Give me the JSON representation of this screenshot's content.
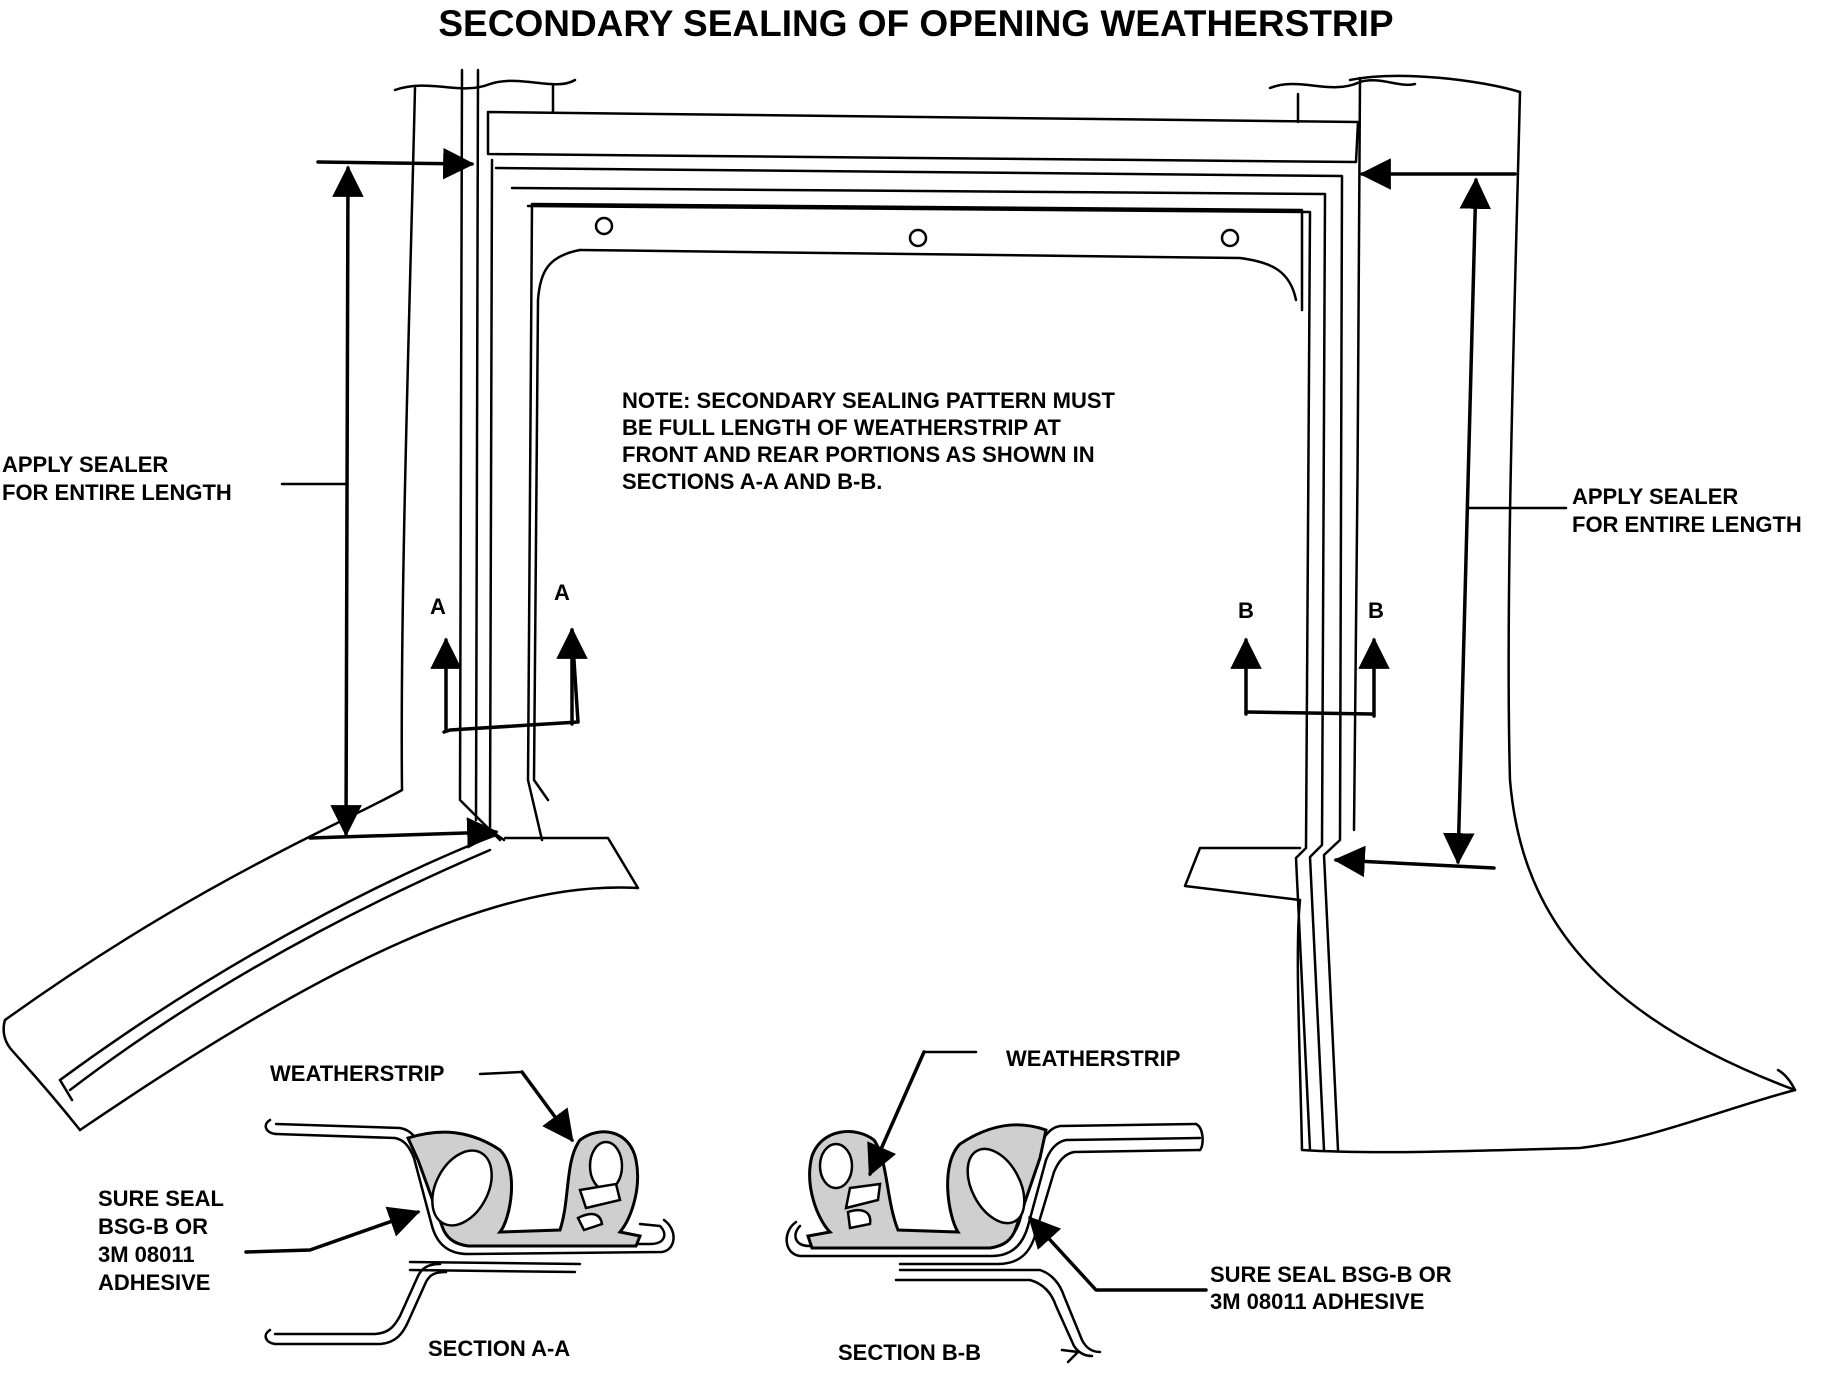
{
  "title": "SECONDARY SEALING OF OPENING WEATHERSTRIP",
  "note": {
    "lines": [
      "NOTE:  SECONDARY SEALING PATTERN MUST",
      "BE FULL LENGTH OF WEATHERSTRIP AT",
      "FRONT AND REAR PORTIONS AS SHOWN IN",
      "SECTIONS A-A AND B-B."
    ]
  },
  "left_callout": {
    "lines": [
      "APPLY SEALER",
      "FOR ENTIRE LENGTH"
    ]
  },
  "right_callout": {
    "lines": [
      "APPLY SEALER",
      "FOR ENTIRE LENGTH"
    ]
  },
  "section_markers": {
    "a_left": "A",
    "a_right": "A",
    "b_left": "B",
    "b_right": "B"
  },
  "section_a": {
    "caption": "SECTION A-A",
    "weatherstrip_label": "WEATHERSTRIP",
    "adhesive_lines": [
      "SURE SEAL",
      "BSG-B OR",
      "3M 08011",
      "ADHESIVE"
    ]
  },
  "section_b": {
    "caption": "SECTION B-B",
    "weatherstrip_label": "WEATHERSTRIP",
    "adhesive_lines": [
      "SURE SEAL BSG-B OR",
      "3M 08011 ADHESIVE"
    ]
  }
}
